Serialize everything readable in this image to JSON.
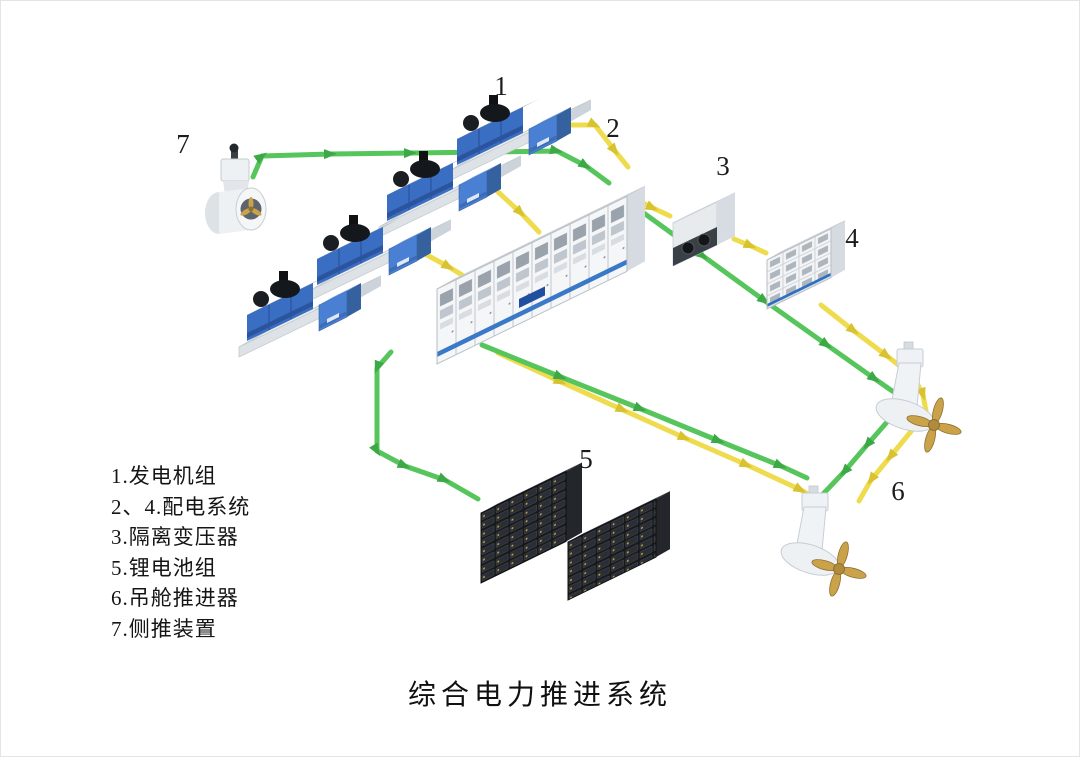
{
  "title": "综合电力推进系统",
  "callouts": {
    "n1": "1",
    "n2": "2",
    "n3": "3",
    "n4": "4",
    "n5": "5",
    "n6": "6",
    "n7": "7"
  },
  "legend": {
    "items": [
      "1.发电机组",
      "2、4.配电系统",
      "3.隔离变压器",
      "5.锂电池组",
      "6.吊舱推进器",
      "7.侧推装置"
    ]
  },
  "colors": {
    "cable_yellow": "#eedc4e",
    "cable_green": "#56c55c",
    "machine_blue": "#3a6ec2",
    "propeller_gold": "#c9a24a",
    "cabinet_white": "#f4f6f8",
    "battery_dark": "#17191d"
  }
}
